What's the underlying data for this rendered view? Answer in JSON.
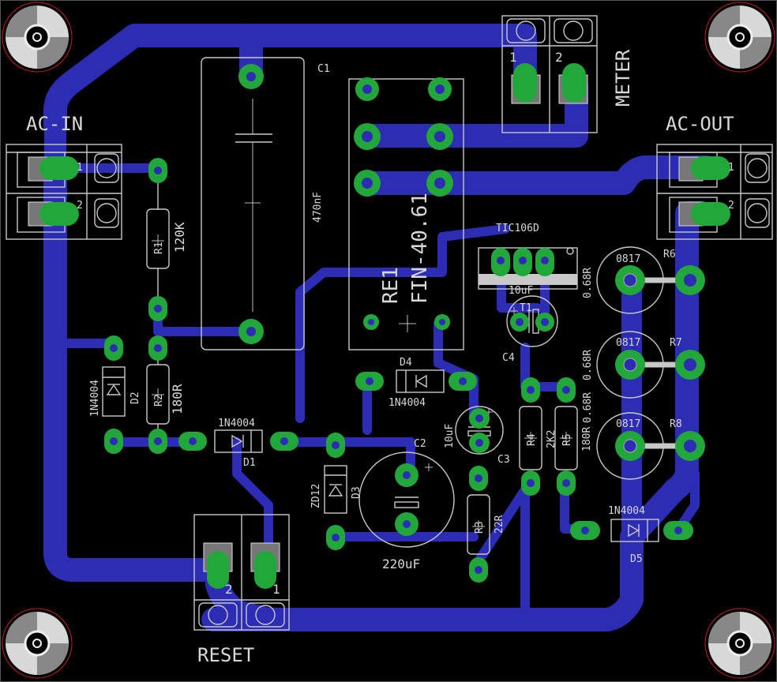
{
  "labels": {
    "ac_in": "AC-IN",
    "ac_out": "AC-OUT",
    "meter": "METER",
    "reset": "RESET",
    "c1": "C1",
    "c1_value": "470nF",
    "re1": "RE1",
    "relay_model": "FIN-40.61",
    "tic": "TIC106D",
    "t1": "T1",
    "c4_value": "10uF",
    "c4": "C4",
    "r1": "R1",
    "r1_value": "120K",
    "r2": "R2",
    "r2_value": "180R",
    "d2": "D2",
    "d2_value": "1N4004",
    "d1": "D1",
    "d1_value": "1N4004",
    "d4": "D4",
    "d4_value": "1N4004",
    "d5": "D5",
    "d5_value": "1N4004",
    "d3": "D3",
    "d3_value": "ZD12",
    "c2": "C2",
    "c2_value": "220uF",
    "c3": "C3",
    "c3_value": "10uF",
    "r3": "R3",
    "r3_value": "22R",
    "r4": "R4",
    "r4_value": "2K2",
    "r5": "R5",
    "r5_value": "180R",
    "r6": "R6",
    "r7": "R7",
    "r8": "R8",
    "r678_value": "0.68R",
    "r6_part": "0817",
    "r7_part": "0817",
    "r8_part": "0817",
    "pin1": "1",
    "pin2": "2"
  },
  "colors": {
    "background": "#000000",
    "trace": "#2c2cb4",
    "pad": "#22a83a",
    "silkscreen": "#c8c8c8",
    "mount_ring": "#c02020"
  }
}
